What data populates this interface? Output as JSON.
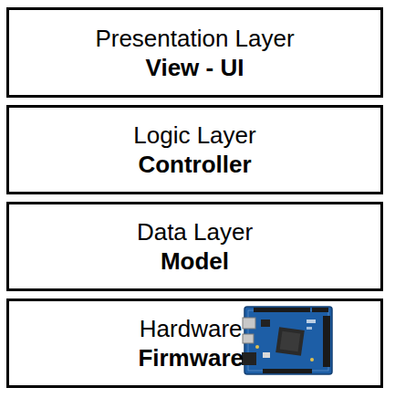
{
  "diagram": {
    "nodes": [
      {
        "text": [
          "Presentation Layer",
          "View - UI"
        ]
      },
      {
        "text": [
          "Logic Layer",
          "Controller"
        ]
      },
      {
        "text": [
          "Data Layer",
          "Model"
        ]
      },
      {
        "text": [
          "Hardware",
          "Firmware"
        ]
      }
    ]
  }
}
